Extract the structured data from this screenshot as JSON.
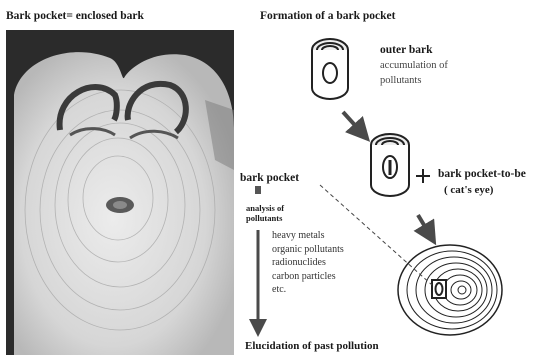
{
  "left_title": "Bark pocket= enclosed bark",
  "right_title": "Formation of a bark pocket",
  "outer_bark": {
    "heading": "outer bark",
    "line1": "accumulation of",
    "line2": "pollutants"
  },
  "pocket_to_be": {
    "line1": "bark pocket-to-be",
    "line2": "( cat's eye)"
  },
  "bark_pocket_label": "bark pocket",
  "analysis": {
    "line1": "analysis of",
    "line2": "pollutants"
  },
  "pollutants": [
    "heavy metals",
    "organic pollutants",
    "radionuclides",
    "carbon particles",
    "etc."
  ],
  "bottom_caption": "Elucidation of past pollution",
  "colors": {
    "ink": "#222222",
    "photo_dark": "#2b2b2b",
    "wood": "#d9d9d9",
    "arrow": "#4a4a4a"
  }
}
